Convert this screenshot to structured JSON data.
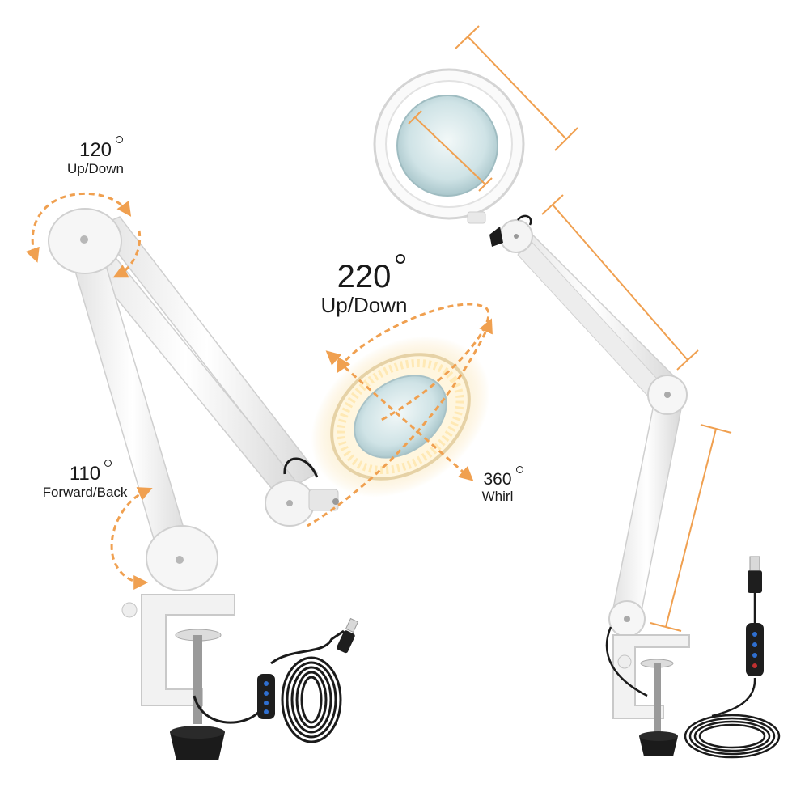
{
  "annotations": {
    "arm_upper": {
      "angle": "120",
      "motion": "Up/Down"
    },
    "lamp_head": {
      "angle": "220",
      "motion": "Up/Down"
    },
    "arm_lower": {
      "angle": "110",
      "motion": "Forward/Back"
    },
    "whirl": {
      "angle": "360",
      "motion": "Whirl"
    }
  },
  "colors": {
    "accent_arrow": "#f0a050",
    "lamp_white": "#f4f4f4",
    "lamp_shade": "#d6d6d6",
    "lens_tint": "#cfe3e6",
    "warm_glow": "#f7dca0",
    "cable_black": "#1b1b1b",
    "control_blue": "#2f6fd0"
  }
}
